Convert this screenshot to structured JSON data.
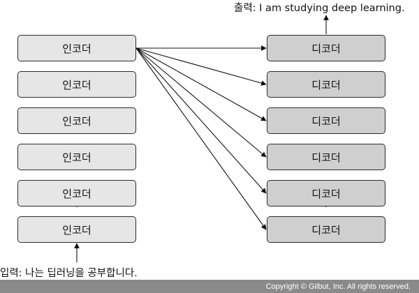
{
  "output_label": "출력: I am studying deep learning.",
  "input_label": "입력: 나는 딥러닝을 공부합니다.",
  "encoders": [
    "인코더",
    "인코더",
    "인코더",
    "인코더",
    "인코더",
    "인코더"
  ],
  "decoders": [
    "디코더",
    "디코더",
    "디코더",
    "디코더",
    "디코더",
    "디코더"
  ],
  "footer": "Copyright © Gilbut, Inc. All rights reserved.",
  "colors": {
    "encoder_fill": "#e6e6e6",
    "decoder_fill": "#cfcfcf",
    "footer_bar": "#8a8a8a"
  }
}
